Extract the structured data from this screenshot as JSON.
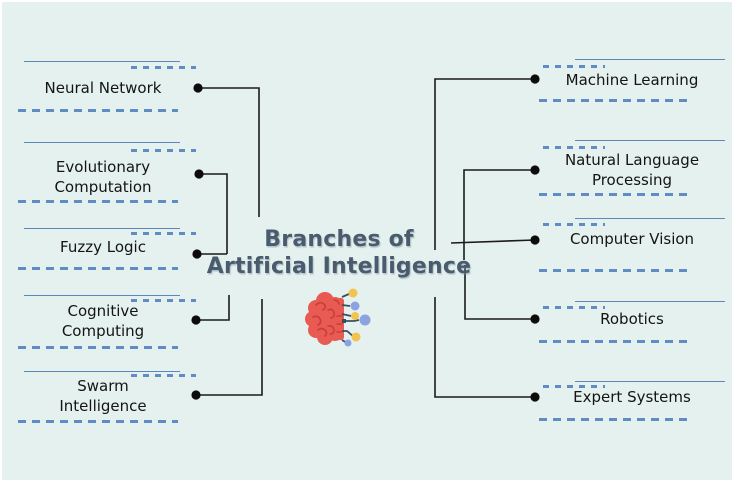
{
  "title": {
    "line1": "Branches of",
    "line2": "Artificial Intelligence"
  },
  "left_branches": [
    {
      "label": "Neural Network",
      "lines": [
        "Neural Network"
      ]
    },
    {
      "label": "Evolutionary Computation",
      "lines": [
        "Evolutionary",
        "Computation"
      ]
    },
    {
      "label": "Fuzzy Logic",
      "lines": [
        "Fuzzy Logic"
      ]
    },
    {
      "label": "Cognitive Computing",
      "lines": [
        "Cognitive",
        "Computing"
      ]
    },
    {
      "label": "Swarm Intelligence",
      "lines": [
        "Swarm",
        "Intelligence"
      ]
    }
  ],
  "right_branches": [
    {
      "label": "Machine Learning",
      "lines": [
        "Machine Learning"
      ]
    },
    {
      "label": "Natural Language Processing",
      "lines": [
        "Natural Language",
        "Processing"
      ]
    },
    {
      "label": "Computer Vision",
      "lines": [
        "Computer Vision"
      ]
    },
    {
      "label": "Robotics",
      "lines": [
        "Robotics"
      ]
    },
    {
      "label": "Expert Systems",
      "lines": [
        "Expert Systems"
      ]
    }
  ],
  "icon": {
    "name": "ai-brain-icon"
  },
  "colors": {
    "background": "#e4f1ee",
    "guide_line_blue": "#5e88ba",
    "dash_blue": "#5f8cc2",
    "connector_black": "#1b1b1b",
    "title_slate": "#4a5b6e",
    "label_text": "#141414",
    "brain_red": "#e85a52",
    "brain_squiggle": "#c4403c",
    "node_yellow": "#f2c34e",
    "node_periwinkle": "#8ba3e0",
    "circuit_slate": "#3a4f5e"
  }
}
